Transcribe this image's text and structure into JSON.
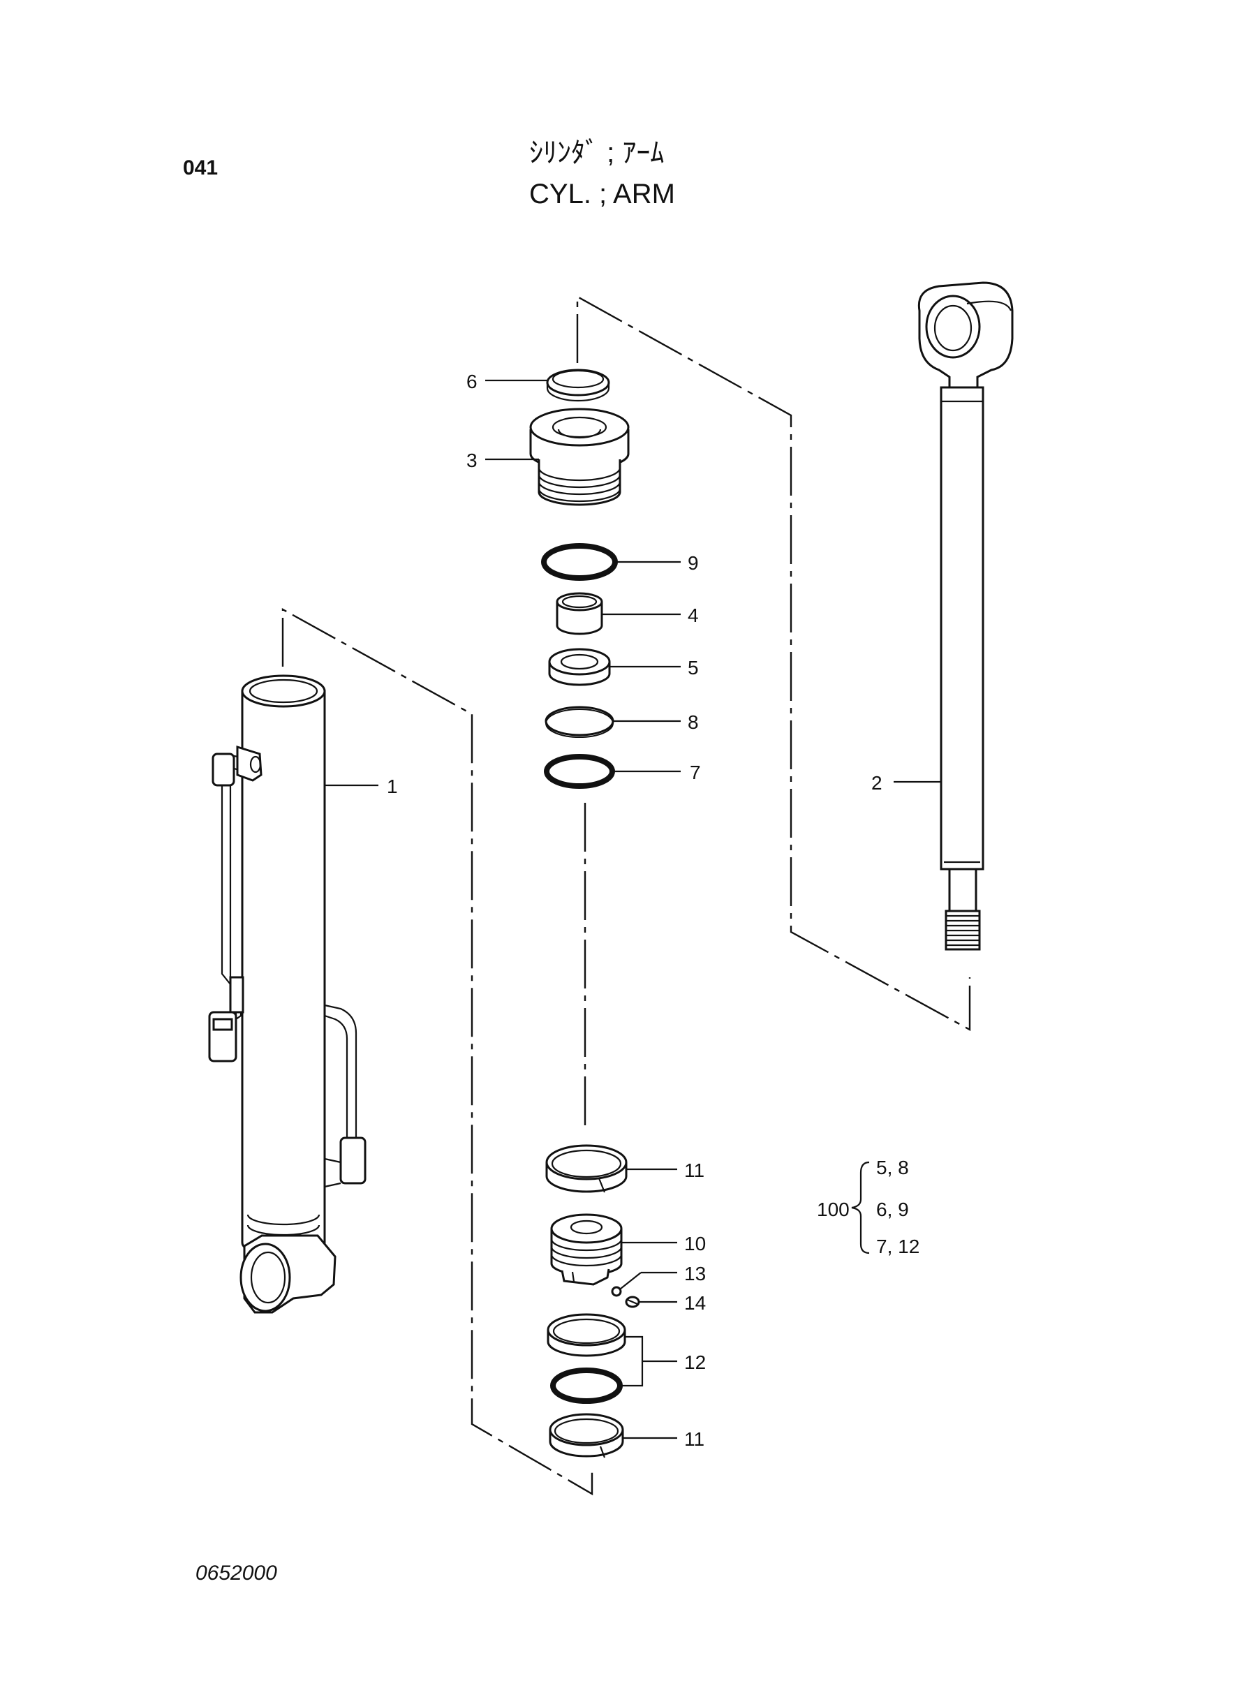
{
  "header": {
    "page_code": "041",
    "title_jp": "ｼﾘﾝﾀﾞ ; ｱｰﾑ",
    "title_en": "CYL. ; ARM"
  },
  "footer": {
    "drawing_number": "0652000"
  },
  "callouts": {
    "c1": "1",
    "c2": "2",
    "c3": "3",
    "c4": "4",
    "c5": "5",
    "c6": "6",
    "c7": "7",
    "c8": "8",
    "c9": "9",
    "c10": "10",
    "c11a": "11",
    "c11b": "11",
    "c12": "12",
    "c13": "13",
    "c14": "14"
  },
  "kit": {
    "number": "100",
    "items": [
      "5, 8",
      "6, 9",
      "7, 12"
    ]
  }
}
